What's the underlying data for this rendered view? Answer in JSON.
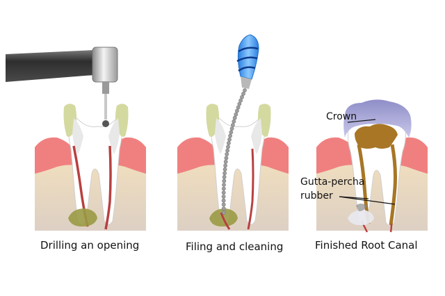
{
  "panels": [
    {
      "id": "drilling",
      "caption": "Drilling an opening"
    },
    {
      "id": "filing",
      "caption": "Filing and cleaning"
    },
    {
      "id": "finished",
      "caption": "Finished Root Canal"
    }
  ],
  "labels": {
    "crown": "Crown",
    "gutta_line1": "Gutta-percha",
    "gutta_line2": "rubber"
  },
  "colors": {
    "gum": "#f08080",
    "bone": "#efd9b4",
    "tooth": "#ffffff",
    "enamel": "#d4d9a0",
    "pulp_canal": "#c03a3a",
    "abscess": "#9a9a45",
    "drill_body": "#5a5a5a",
    "file_handle": "#3399ee",
    "gutta_percha": "#a87625",
    "crown": "#a9a8d6"
  }
}
